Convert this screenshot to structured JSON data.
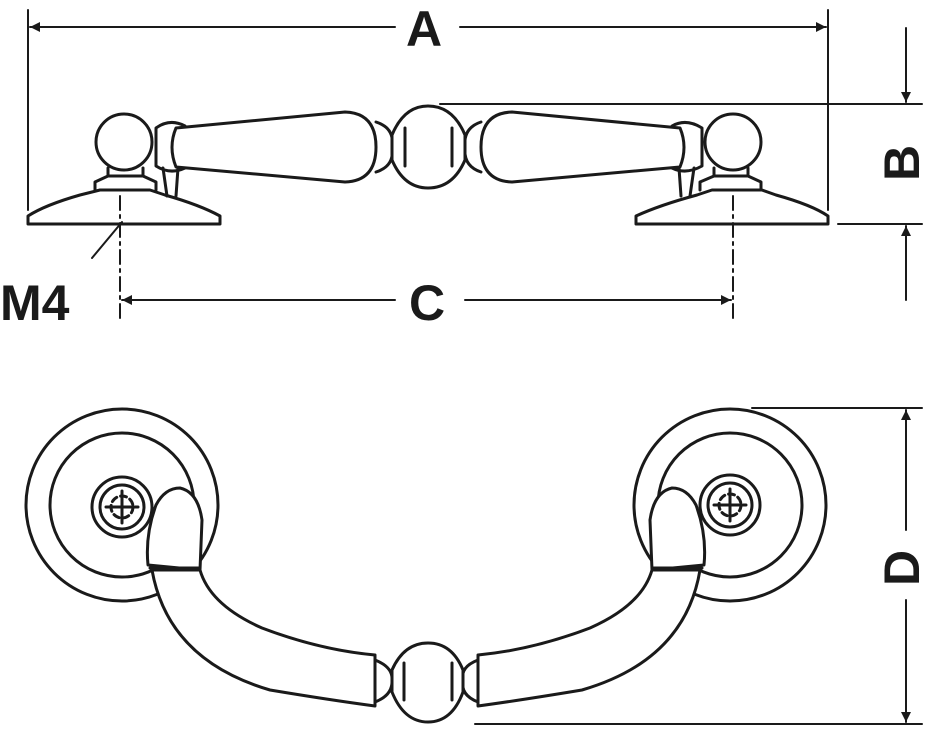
{
  "diagram": {
    "dimensions": {
      "A": "A",
      "B": "B",
      "C": "C",
      "D": "D"
    },
    "thread_label": "M4"
  },
  "colors": {
    "line": "#1a1a1a",
    "fill": "#ffffff"
  }
}
